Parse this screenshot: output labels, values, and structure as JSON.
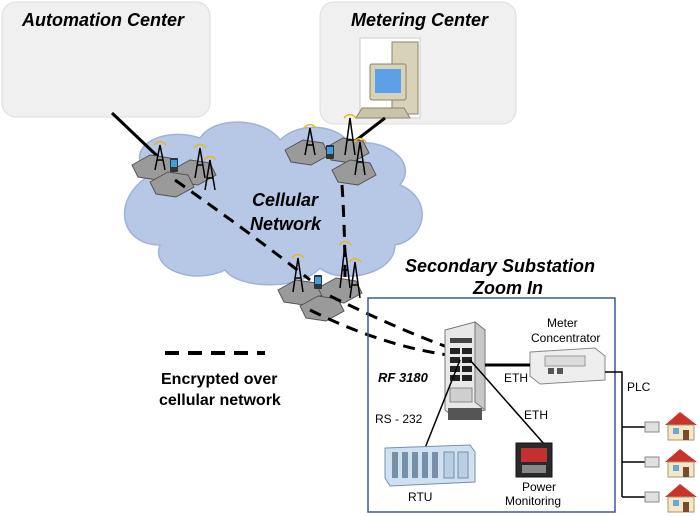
{
  "centers": {
    "automation": "Automation Center",
    "metering": "Metering Center"
  },
  "cloud": {
    "line1": "Cellular",
    "line2": "Network"
  },
  "substation": {
    "title_line1": "Secondary Substation",
    "title_line2": "Zoom In"
  },
  "legend": {
    "line1": "Encrypted over",
    "line2": "cellular network"
  },
  "devices": {
    "router": "RF 3180",
    "meter_concentrator_line1": "Meter",
    "meter_concentrator_line2": "Concentrator",
    "rtu": "RTU",
    "power_monitoring_line1": "Power",
    "power_monitoring_line2": "Monitoring"
  },
  "links": {
    "eth_meter": "ETH",
    "eth_power": "ETH",
    "rs232": "RS - 232",
    "plc": "PLC"
  },
  "colors": {
    "center_box": "#f0f0f0",
    "cloud": "#b7c7e6",
    "cloud_stroke": "#9fb3d8",
    "substation_border": "#3b5998",
    "hex_tile": "#9a9a9a"
  }
}
